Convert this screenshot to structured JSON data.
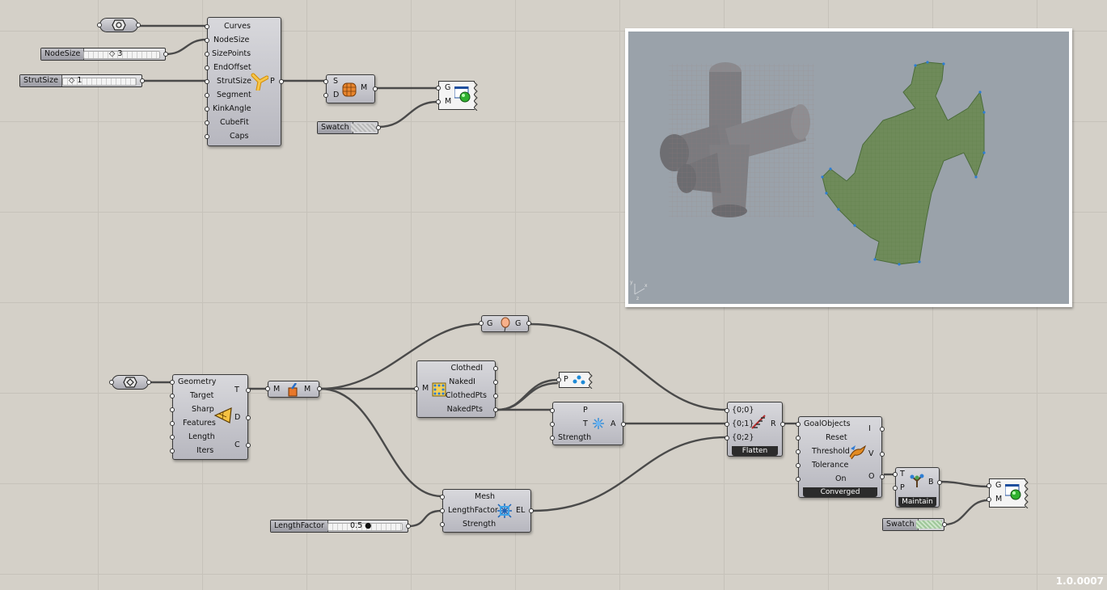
{
  "canvas": {
    "version": "1.0.0007",
    "viewport": {
      "axis_x": "x",
      "axis_y": "y",
      "axis_z": "z"
    }
  },
  "top_group": {
    "lattice_component": {
      "inputs": [
        "Curves",
        "NodeSize",
        "SizePoints",
        "EndOffset",
        "StrutSize",
        "Segment",
        "KinkAngle",
        "CubeFit",
        "Caps"
      ],
      "output": "P",
      "icon": "y-node-icon"
    },
    "node_size_slider": {
      "name": "NodeSize",
      "value": "3"
    },
    "strut_size_slider": {
      "name": "StrutSize",
      "value": "1"
    },
    "smooth_component": {
      "inputs": [
        "S",
        "D"
      ],
      "output": "M",
      "icon": "mesh-grid-icon"
    },
    "preview_component": {
      "inputs": [
        "G",
        "M"
      ],
      "icon": "preview-sphere-icon"
    },
    "swatch": {
      "name": "Swatch"
    }
  },
  "bottom_group": {
    "remesher": {
      "inputs": [
        "Geometry",
        "Target",
        "Sharp",
        "Features",
        "Length",
        "Iters"
      ],
      "outputs": [
        "T",
        "D",
        "C"
      ],
      "icon": "triangle-mesh-icon"
    },
    "mesh_convert": {
      "input": "M",
      "output": "M"
    },
    "geo_param": {
      "input": "G",
      "output": "G"
    },
    "clothed_naked": {
      "input": "M",
      "outputs": [
        "ClothedI",
        "NakedI",
        "ClothedPts",
        "NakedPts"
      ]
    },
    "point_param": {
      "input": "P"
    },
    "anchor": {
      "inputs": [
        "P",
        "T",
        "Strength"
      ],
      "output": "A"
    },
    "edge_lengths": {
      "inputs": [
        "Mesh",
        "LengthFactor",
        "Strength"
      ],
      "output": "EL"
    },
    "length_slider": {
      "name": "LengthFactor",
      "value": "0.5"
    },
    "merge": {
      "inputs": [
        "{0;0}",
        "{0;1}",
        "{0;2}"
      ],
      "output": "R",
      "footer": "Flatten"
    },
    "solver": {
      "inputs": [
        "GoalObjects",
        "Reset",
        "Threshold",
        "Tolerance",
        "On"
      ],
      "outputs": [
        "I",
        "V",
        "O"
      ],
      "footer": "Converged"
    },
    "output_component": {
      "inputs": [
        "T",
        "P"
      ],
      "output": "B",
      "footer": "Maintain"
    },
    "preview_component": {
      "inputs": [
        "G",
        "M"
      ]
    },
    "swatch": {
      "name": "Swatch"
    }
  }
}
